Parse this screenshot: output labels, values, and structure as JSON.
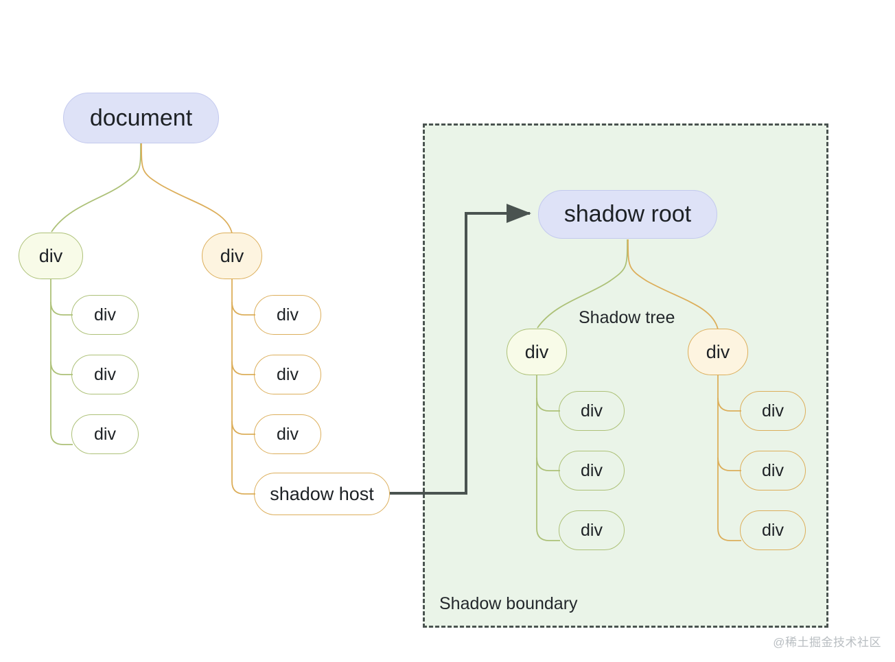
{
  "diagram": {
    "title_node": "document",
    "shadow_root_node": "shadow root",
    "shadow_tree_label": "Shadow tree",
    "shadow_boundary_label": "Shadow boundary",
    "watermark": "@稀土掘金技术社区",
    "colors": {
      "root_fill": "#dee2f7",
      "root_stroke": "#c3c9ee",
      "green_fill": "#f8fbe8",
      "green_stroke": "#adc178",
      "orange_fill": "#fdf4e0",
      "orange_stroke": "#dcae5a",
      "boundary_fill": "#eaf4e8",
      "boundary_stroke": "#4a5350",
      "arrow": "#4a5350",
      "text": "#1d2125"
    }
  },
  "document_tree": {
    "root": "document",
    "left_branch": {
      "node": "div",
      "children": [
        "div",
        "div",
        "div"
      ]
    },
    "right_branch": {
      "node": "div",
      "children": [
        "div",
        "div",
        "div",
        "shadow host"
      ]
    }
  },
  "shadow_tree": {
    "root": "shadow root",
    "left_branch": {
      "node": "div",
      "children": [
        "div",
        "div",
        "div"
      ]
    },
    "right_branch": {
      "node": "div",
      "children": [
        "div",
        "div",
        "div"
      ]
    }
  }
}
